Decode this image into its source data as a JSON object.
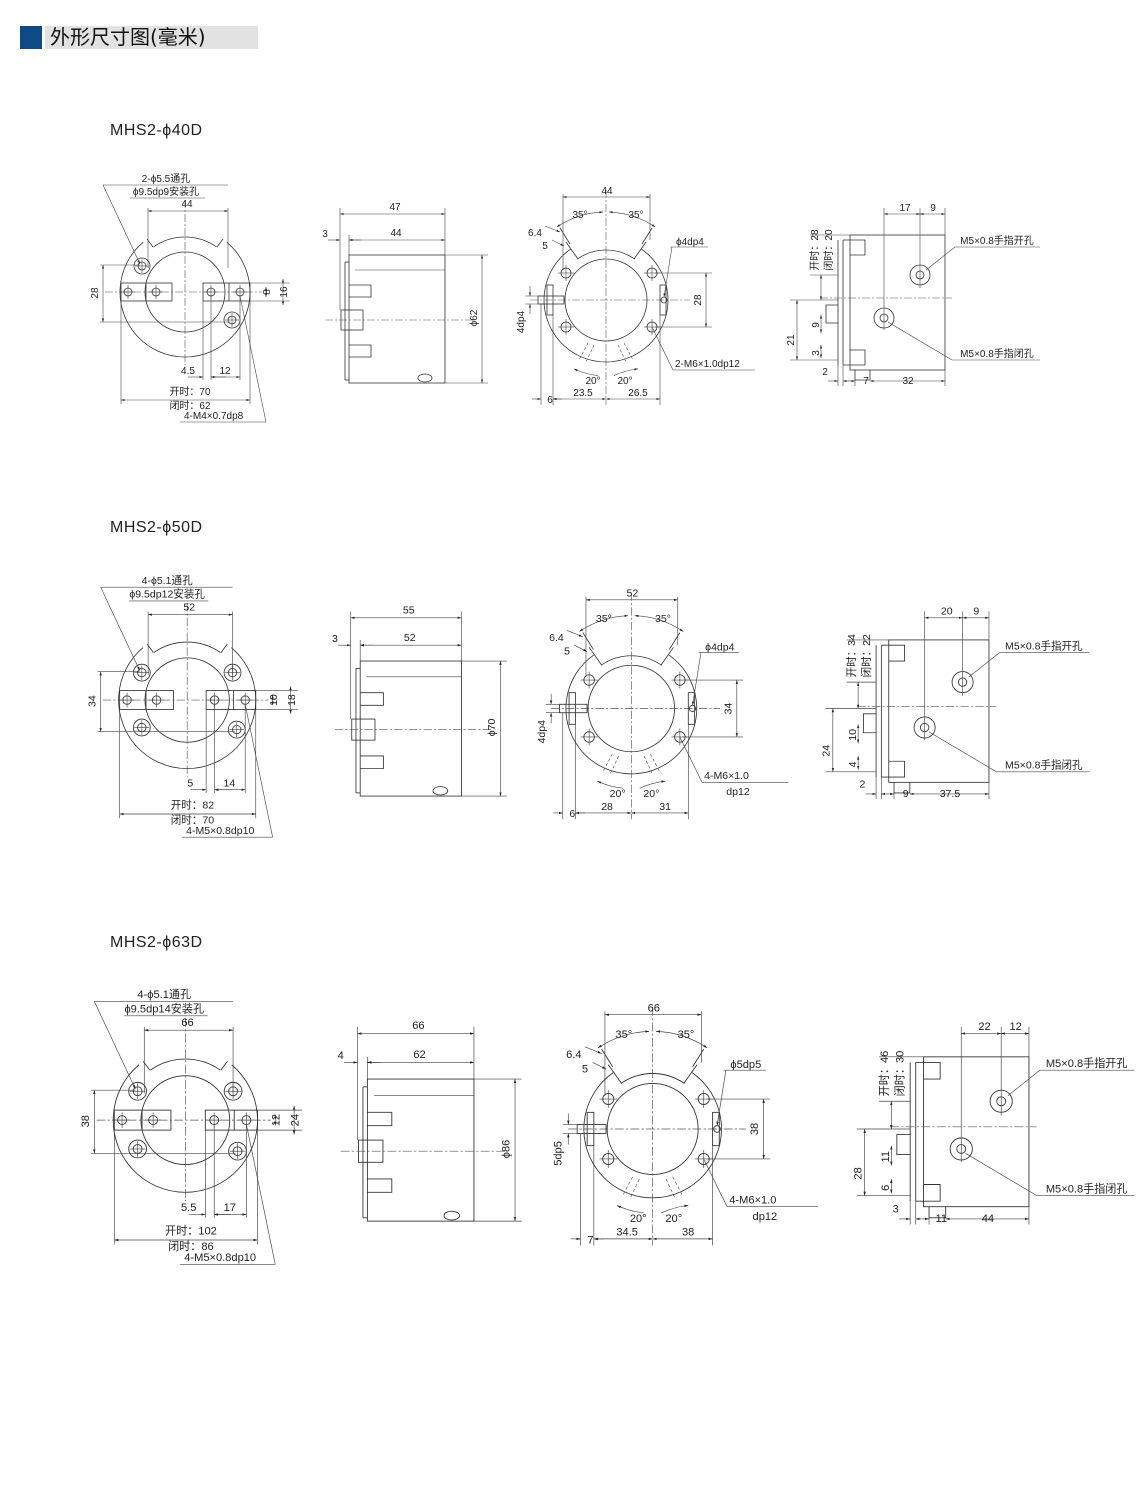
{
  "header": {
    "title": "外形尺寸图(毫米)",
    "accent_color": "#0d4a86"
  },
  "sections": [
    {
      "model": "MHS2-ϕ40D",
      "front": {
        "hole_label_1": "2-ϕ5.5通孔",
        "hole_label_2": "ϕ9.5dp9安装孔",
        "width": "44",
        "height": "28",
        "dim_small": "8",
        "dim_large": "16",
        "bottom_a": "4.5",
        "bottom_b": "12",
        "open": "开时：70",
        "closed": "闭时：62",
        "thread": "4-M4×0.7dp8"
      },
      "side": {
        "total": "47",
        "body": "44",
        "lip": "3",
        "diameter": "ϕ62"
      },
      "top": {
        "width": "44",
        "angle_l": "35°",
        "angle_r": "35°",
        "dim_64": "6.4",
        "dim_5": "5",
        "pin": "ϕ4dp4",
        "height": "28",
        "side_pin": "4dp4",
        "thread": [
          "2-M6×1.0dp12",
          ""
        ],
        "angle_bl": "20°",
        "angle_br": "20°",
        "bottom_1": "6",
        "bottom_2": "23.5",
        "bottom_3": "26.5"
      },
      "right": {
        "top_1": "17",
        "top_2": "9",
        "open": "开时：28",
        "closed": "闭时：20",
        "left_total": "21",
        "small_1": "9",
        "small_2": "3",
        "bottom_1": "2",
        "bottom_2": "7",
        "bottom_3": "32",
        "open_hole": "M5×0.8手指开孔",
        "close_hole": "M5×0.8手指闭孔"
      }
    },
    {
      "model": "MHS2-ϕ50D",
      "front": {
        "hole_label_1": "4-ϕ5.1通孔",
        "hole_label_2": "ϕ9.5dp12安装孔",
        "width": "52",
        "height": "34",
        "dim_small": "10",
        "dim_large": "18",
        "bottom_a": "5",
        "bottom_b": "14",
        "open": "开时：82",
        "closed": "闭时：70",
        "thread": "4-M5×0.8dp10"
      },
      "side": {
        "total": "55",
        "body": "52",
        "lip": "3",
        "diameter": "ϕ70"
      },
      "top": {
        "width": "52",
        "angle_l": "35°",
        "angle_r": "35°",
        "dim_64": "6.4",
        "dim_5": "5",
        "pin": "ϕ4dp4",
        "height": "34",
        "side_pin": "4dp4",
        "thread": [
          "4-M6×1.0",
          "dp12"
        ],
        "angle_bl": "20°",
        "angle_br": "20°",
        "bottom_1": "6",
        "bottom_2": "28",
        "bottom_3": "31"
      },
      "right": {
        "top_1": "20",
        "top_2": "9",
        "open": "开时：34",
        "closed": "闭时：22",
        "left_total": "24",
        "small_1": "10",
        "small_2": "4",
        "bottom_1": "2",
        "bottom_2": "9",
        "bottom_3": "37.5",
        "open_hole": "M5×0.8手指开孔",
        "close_hole": "M5×0.8手指闭孔"
      }
    },
    {
      "model": "MHS2-ϕ63D",
      "front": {
        "hole_label_1": "4-ϕ5.1通孔",
        "hole_label_2": "ϕ9.5dp14安装孔",
        "width": "66",
        "height": "38",
        "dim_small": "12",
        "dim_large": "24",
        "bottom_a": "5.5",
        "bottom_b": "17",
        "open": "开时：102",
        "closed": "闭时：86",
        "thread": "4-M5×0.8dp10"
      },
      "side": {
        "total": "66",
        "body": "62",
        "lip": "4",
        "diameter": "ϕ86"
      },
      "top": {
        "width": "66",
        "angle_l": "35°",
        "angle_r": "35°",
        "dim_64": "6.4",
        "dim_5": "5",
        "pin": "ϕ5dp5",
        "height": "38",
        "side_pin": "5dp5",
        "thread": [
          "4-M6×1.0",
          "dp12"
        ],
        "angle_bl": "20°",
        "angle_br": "20°",
        "bottom_1": "7",
        "bottom_2": "34.5",
        "bottom_3": "38"
      },
      "right": {
        "top_1": "22",
        "top_2": "12",
        "open": "开时：46",
        "closed": "闭时：30",
        "left_total": "28",
        "small_1": "11",
        "small_2": "6",
        "bottom_1": "3",
        "bottom_2": "11",
        "bottom_3": "44",
        "open_hole": "M5×0.8手指开孔",
        "close_hole": "M5×0.8手指闭孔"
      }
    }
  ]
}
